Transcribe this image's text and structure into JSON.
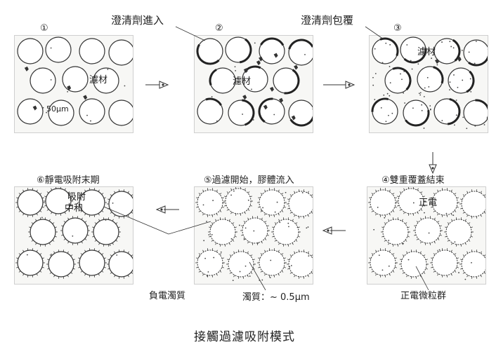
{
  "labels": {
    "clarifier_enter": "澄清劑進入",
    "clarifier_coat": "澄清劑包覆",
    "n1": "①",
    "n2": "②",
    "n3": "③",
    "filter_medium": "濾材",
    "size_50": "50μm",
    "s4": "④雙重覆蓋結束",
    "s5": "⑤過濾開始，膠體流入",
    "s6": "⑥靜電吸附末期",
    "positive_charge": "正電",
    "adsorb": "吸附",
    "neutralize": "中和",
    "negative_turbidity": "負電濁質",
    "turbidity_size": "濁質：~ 0.5μm",
    "positive_particles": "正電微粒群"
  },
  "caption": "接觸過濾吸附模式"
}
